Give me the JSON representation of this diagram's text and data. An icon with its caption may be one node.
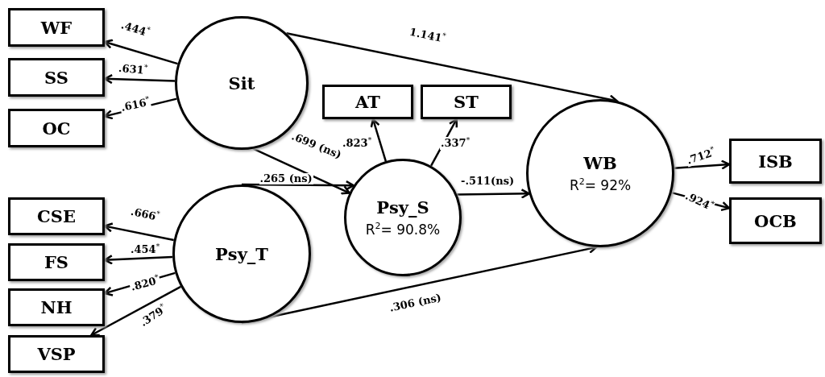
{
  "diagram": {
    "nodes": [
      {
        "text": [
          "Sit"
        ]
      },
      {
        "text": [
          "WF"
        ]
      },
      {
        "text": [
          "SS"
        ]
      },
      {
        "text": [
          "OC"
        ]
      },
      {
        "text": [
          "Psy_T"
        ]
      },
      {
        "text": [
          "CSE"
        ]
      },
      {
        "text": [
          "FS"
        ]
      },
      {
        "text": [
          "NH"
        ]
      },
      {
        "text": [
          "VSP"
        ]
      },
      {
        "text": [
          "Psy_S",
          "R$^{2}$= 90.8%"
        ]
      },
      {
        "text": [
          "AT"
        ]
      },
      {
        "text": [
          "ST"
        ]
      },
      {
        "text": [
          "WB",
          "R$^{2}$= 92%"
        ]
      },
      {
        "text": [
          "ISB"
        ]
      },
      {
        "text": [
          "OCB"
        ]
      }
    ],
    "edges": [
      {
        "from": 0,
        "to": 1,
        "arrow": "to",
        "label": ".444$^{*}$"
      },
      {
        "from": 0,
        "to": 2,
        "arrow": "to",
        "label": ".631$^{*}$"
      },
      {
        "from": 0,
        "to": 3,
        "arrow": "to",
        "label": ".616$^{*}$"
      },
      {
        "from": 0,
        "to": 12,
        "arrow": "to",
        "label": "1.141$^{*}$"
      },
      {
        "from": 0,
        "to": 9,
        "arrow": "to",
        "label": ".699 (ns)"
      },
      {
        "from": 4,
        "to": 9,
        "arrow": "to",
        "label": ".265 (ns)"
      },
      {
        "from": 4,
        "to": 5,
        "arrow": "to",
        "label": ".666$^{*}$"
      },
      {
        "from": 4,
        "to": 6,
        "arrow": "to",
        "label": ".454$^{*}$"
      },
      {
        "from": 4,
        "to": 7,
        "arrow": "to",
        "label": ".820$^{*}$"
      },
      {
        "from": 4,
        "to": 8,
        "arrow": "to",
        "label": ".379$^{*}$"
      },
      {
        "from": 4,
        "to": 12,
        "arrow": "to",
        "label": ".306 (ns)"
      },
      {
        "from": 9,
        "to": 10,
        "arrow": "to",
        "label": ".823$^{*}$"
      },
      {
        "from": 9,
        "to": 11,
        "arrow": "to",
        "label": ".337$^{*}$"
      },
      {
        "from": 9,
        "to": 12,
        "arrow": "to",
        "label": "-.511(ns)"
      },
      {
        "from": 12,
        "to": 13,
        "arrow": "to",
        "label": ".712$^{*}$"
      },
      {
        "from": 12,
        "to": 14,
        "arrow": "to",
        "label": ".924$^{*}$"
      }
    ]
  }
}
